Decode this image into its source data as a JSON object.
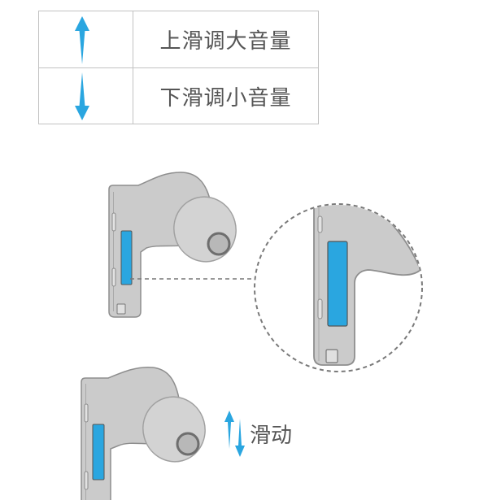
{
  "gesture_table": {
    "rows": [
      {
        "icon": "up-arrow-icon",
        "label": "上滑调大音量"
      },
      {
        "icon": "down-arrow-icon",
        "label": "下滑调小音量"
      }
    ]
  },
  "swipe": {
    "icon": "swipe-arrows-icon",
    "label": "滑动"
  },
  "colors": {
    "accent": "#2AA6E0",
    "earbud": "#CBCBCB",
    "ear_tip": "#D3D3D3",
    "outline": "#8E8E8E",
    "text": "#555555"
  }
}
